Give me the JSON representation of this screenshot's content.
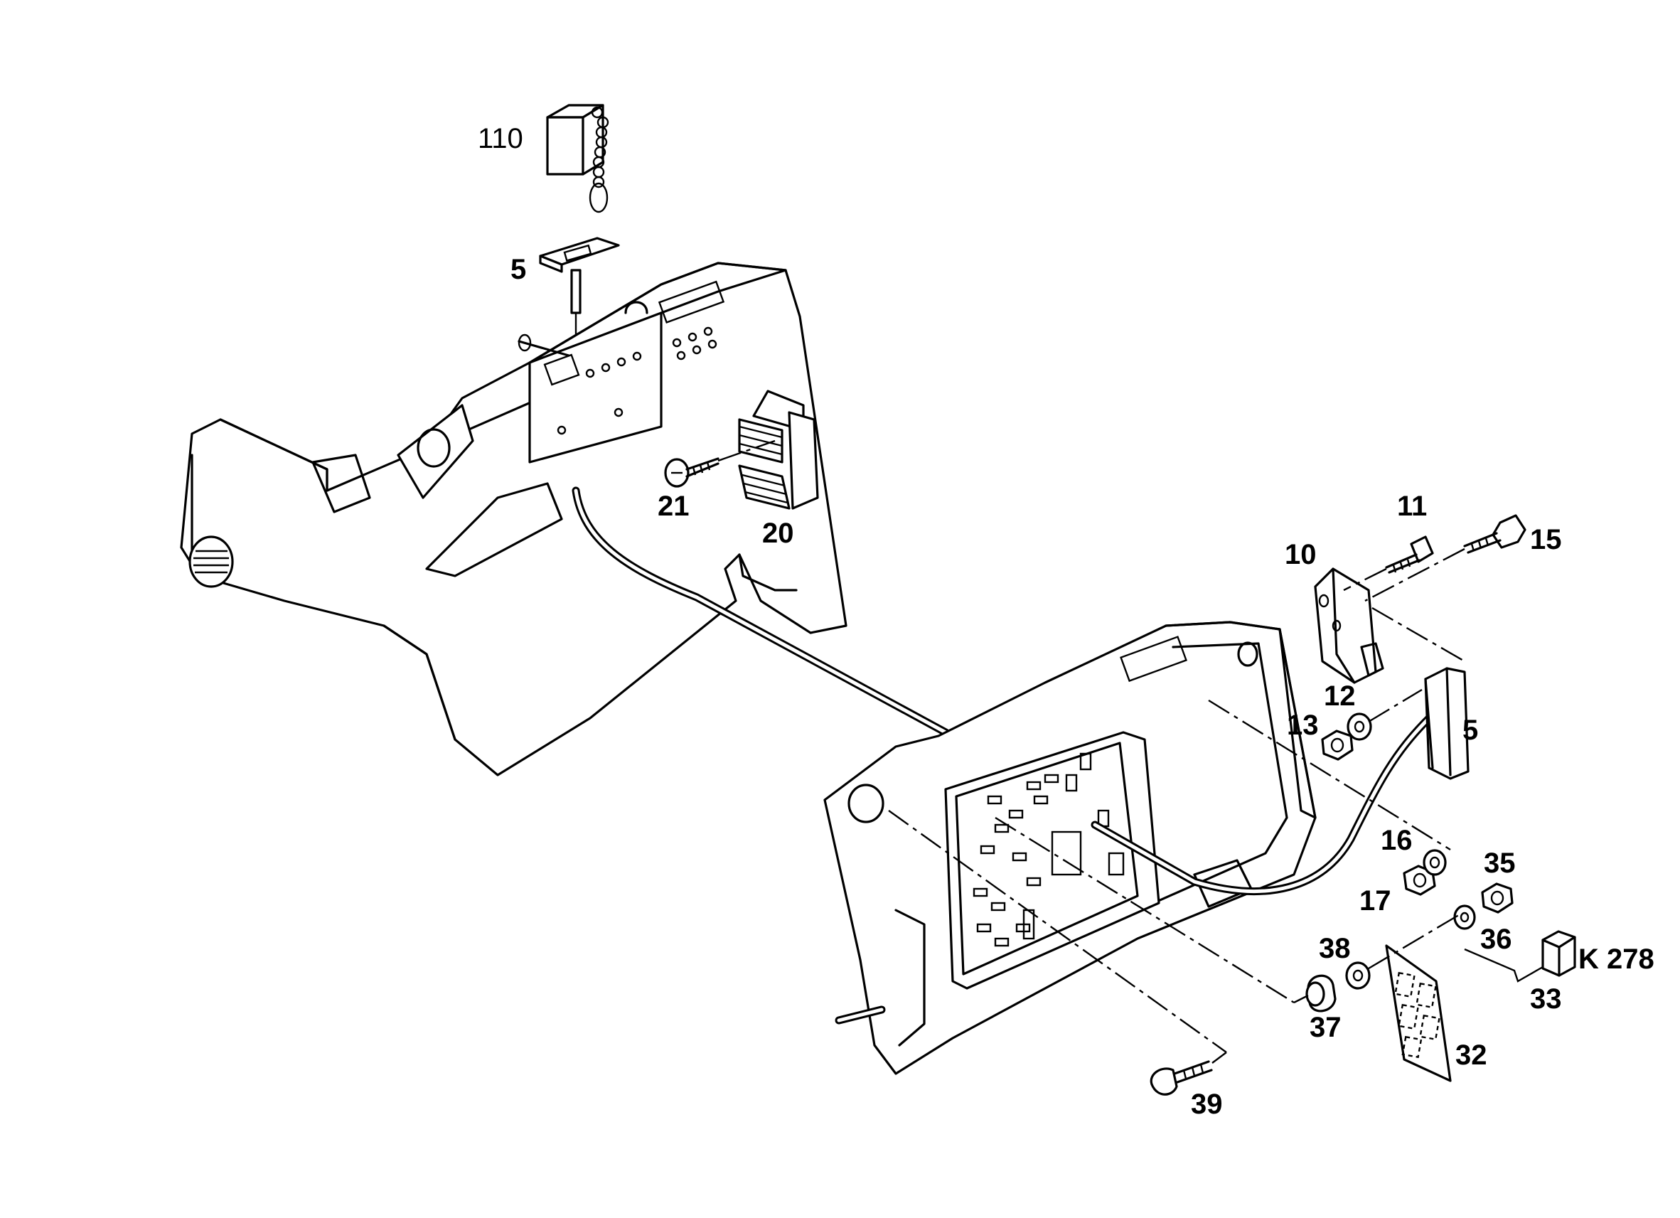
{
  "callouts": {
    "c110": "110",
    "c5_top": "5",
    "c21": "21",
    "c20": "20",
    "c11": "11",
    "c15": "15",
    "c10": "10",
    "c12": "12",
    "c13": "13",
    "c5_right": "5",
    "c16": "16",
    "c35": "35",
    "c17": "17",
    "c36": "36",
    "c38": "38",
    "c33": "33",
    "c37": "37",
    "c32": "32",
    "c39": "39",
    "ck278": "K 278"
  }
}
